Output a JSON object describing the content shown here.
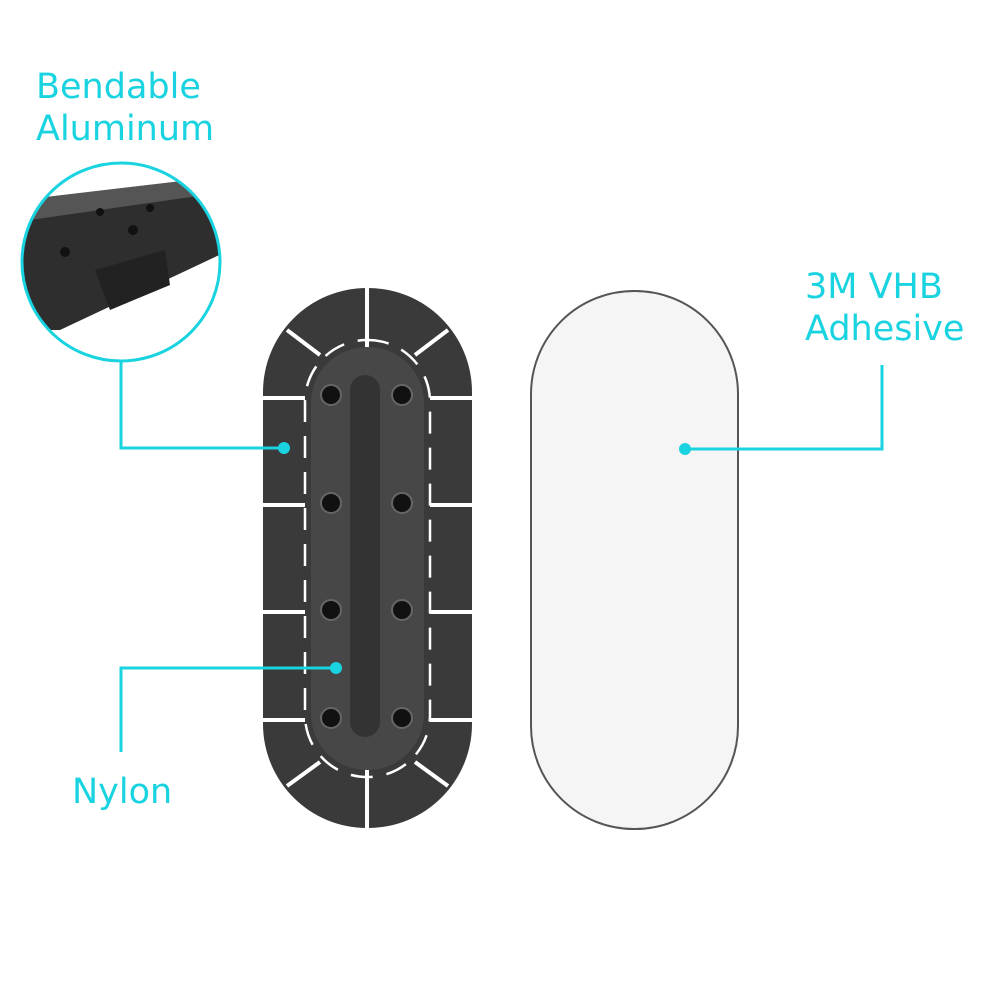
{
  "labels": {
    "bendable_line1": "Bendable",
    "bendable_line2": "Aluminum",
    "adhesive_line1": "3M VHB",
    "adhesive_line2": "Adhesive",
    "nylon": "Nylon"
  },
  "colors": {
    "accent": "#1ad3e0",
    "mount": "#3a3a3a",
    "nylon": "#474747",
    "adhesive_fill": "#f5f5f5",
    "adhesive_edge": "#555555"
  }
}
